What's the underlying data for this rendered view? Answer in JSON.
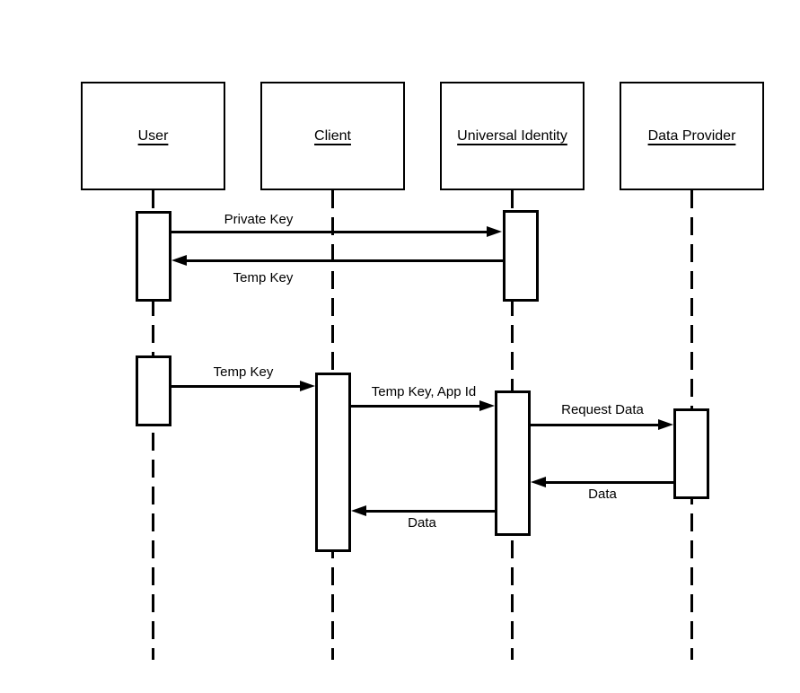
{
  "diagram": {
    "type": "uml-sequence-diagram",
    "colors": {
      "background": "#ffffff",
      "stroke": "#000000",
      "text": "#000000"
    },
    "actors": [
      {
        "name": "User"
      },
      {
        "name": "Client"
      },
      {
        "name": "Universal Identity"
      },
      {
        "name": "Data Provider"
      }
    ],
    "messages": [
      {
        "label": "Private Key",
        "from": "User",
        "to": "Universal Identity",
        "direction": "right"
      },
      {
        "label": "Temp Key",
        "from": "Universal Identity",
        "to": "User",
        "direction": "left"
      },
      {
        "label": "Temp Key",
        "from": "User",
        "to": "Client",
        "direction": "right"
      },
      {
        "label": "Temp Key, App Id",
        "from": "Client",
        "to": "Universal Identity",
        "direction": "right"
      },
      {
        "label": "Request Data",
        "from": "Universal Identity",
        "to": "Data Provider",
        "direction": "right"
      },
      {
        "label": "Data",
        "from": "Data Provider",
        "to": "Universal Identity",
        "direction": "left"
      },
      {
        "label": "Data",
        "from": "Universal Identity",
        "to": "Client",
        "direction": "left"
      }
    ]
  }
}
